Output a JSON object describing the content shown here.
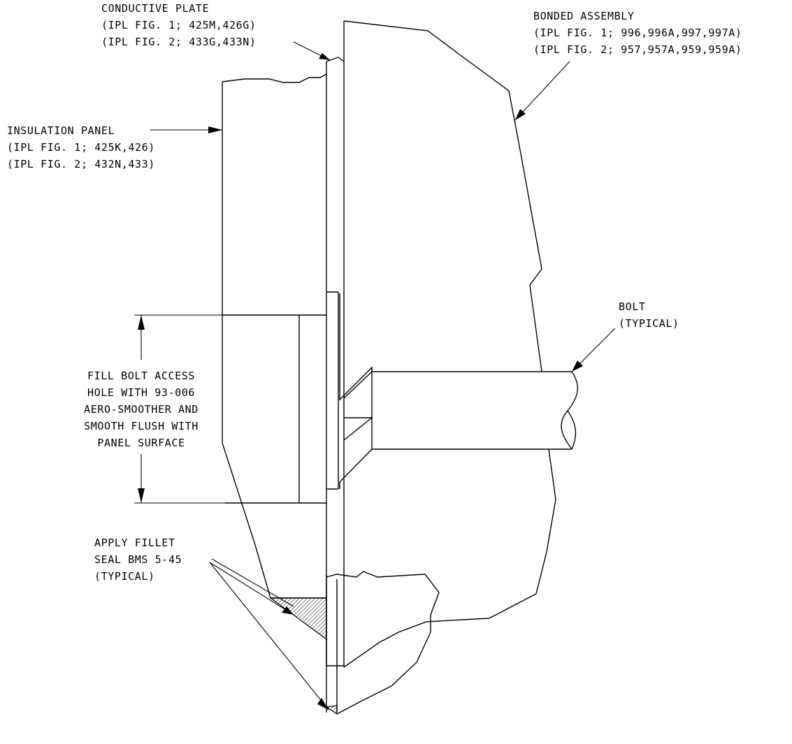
{
  "callouts": {
    "conductive_plate": {
      "title": "CONDUCTIVE PLATE",
      "ref1": "(IPL FIG. 1; 425M,426G)",
      "ref2": "(IPL FIG. 2; 433G,433N)"
    },
    "bonded_assembly": {
      "title": "BONDED ASSEMBLY",
      "ref1": "(IPL FIG. 1; 996,996A,997,997A)",
      "ref2": "(IPL FIG. 2; 957,957A,959,959A)"
    },
    "insulation_panel": {
      "title": "INSULATION PANEL",
      "ref1": "(IPL FIG. 1; 425K,426)",
      "ref2": "(IPL FIG. 2; 432N,433)"
    },
    "bolt": {
      "line1": "BOLT",
      "line2": "(TYPICAL)"
    },
    "fill_note": {
      "line1": "FILL BOLT ACCESS",
      "line2": "HOLE WITH 93-006",
      "line3": "AERO-SMOOTHER AND",
      "line4": "SMOOTH FLUSH WITH",
      "line5": "PANEL SURFACE"
    },
    "fillet_seal": {
      "line1": "APPLY FILLET",
      "line2": "SEAL BMS 5-45",
      "line3": "(TYPICAL)"
    }
  }
}
